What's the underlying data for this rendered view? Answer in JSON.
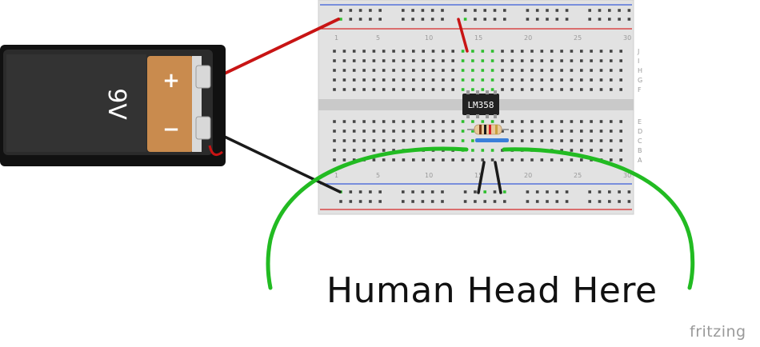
{
  "battery": {
    "voltage_label": "9V",
    "plus_label": "+",
    "minus_label": "−",
    "body_color": "#2b2b2b",
    "label_color": "#c98b4e"
  },
  "breadboard": {
    "columns": 30,
    "rows_top": [
      "J",
      "I",
      "H",
      "G",
      "F"
    ],
    "rows_bottom": [
      "E",
      "D",
      "C",
      "B",
      "A"
    ],
    "column_numbers": [
      "1",
      "5",
      "10",
      "15",
      "20",
      "25",
      "30"
    ],
    "rail_red": "#d62828",
    "rail_blue": "#3a5bd9",
    "hole_color": "#444444",
    "active_hole_color": "#2fbf2f"
  },
  "chip": {
    "label": "LM358"
  },
  "resistor": {
    "name": "resistor"
  },
  "wires": {
    "red": "#c81414",
    "black": "#1a1a1a",
    "green": "#22bb22"
  },
  "caption": "Human Head Here",
  "brand": "fritzing"
}
